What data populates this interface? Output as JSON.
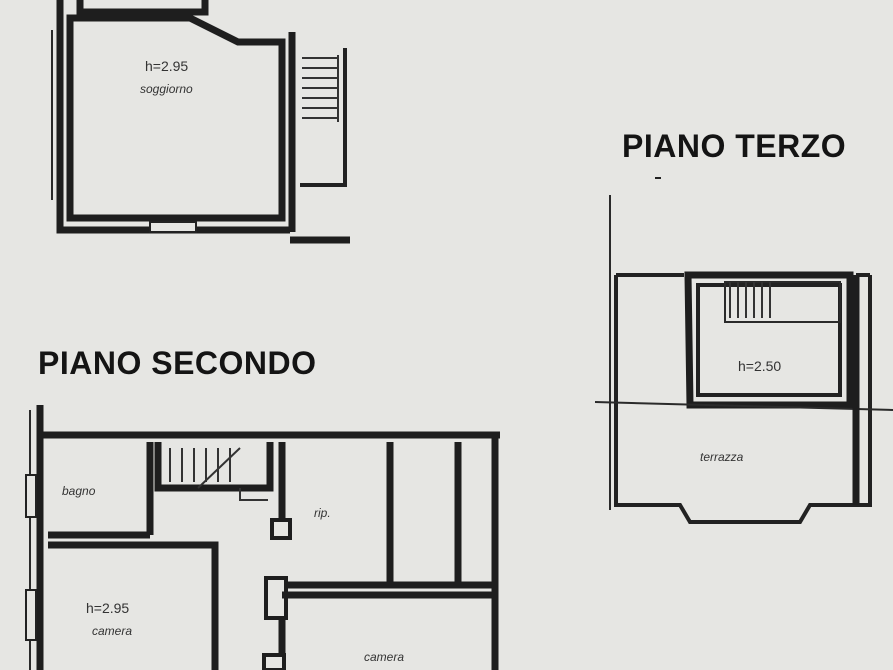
{
  "headings": {
    "floor_third": "PIANO TERZO",
    "floor_second": "PIANO SECONDO"
  },
  "upper_plan": {
    "height_label": "h=2.95",
    "room_label": "soggiorno"
  },
  "third_floor": {
    "height_label": "h=2.50",
    "terrace_label": "terrazza"
  },
  "second_floor": {
    "bathroom_label": "bagno",
    "storage_label": "rip.",
    "bedroom_height_label": "h=2.95",
    "bedroom_label": "camera",
    "bedroom2_label": "camera"
  },
  "colors": {
    "paper": "#e6e6e3",
    "ink": "#1e1e1e"
  }
}
